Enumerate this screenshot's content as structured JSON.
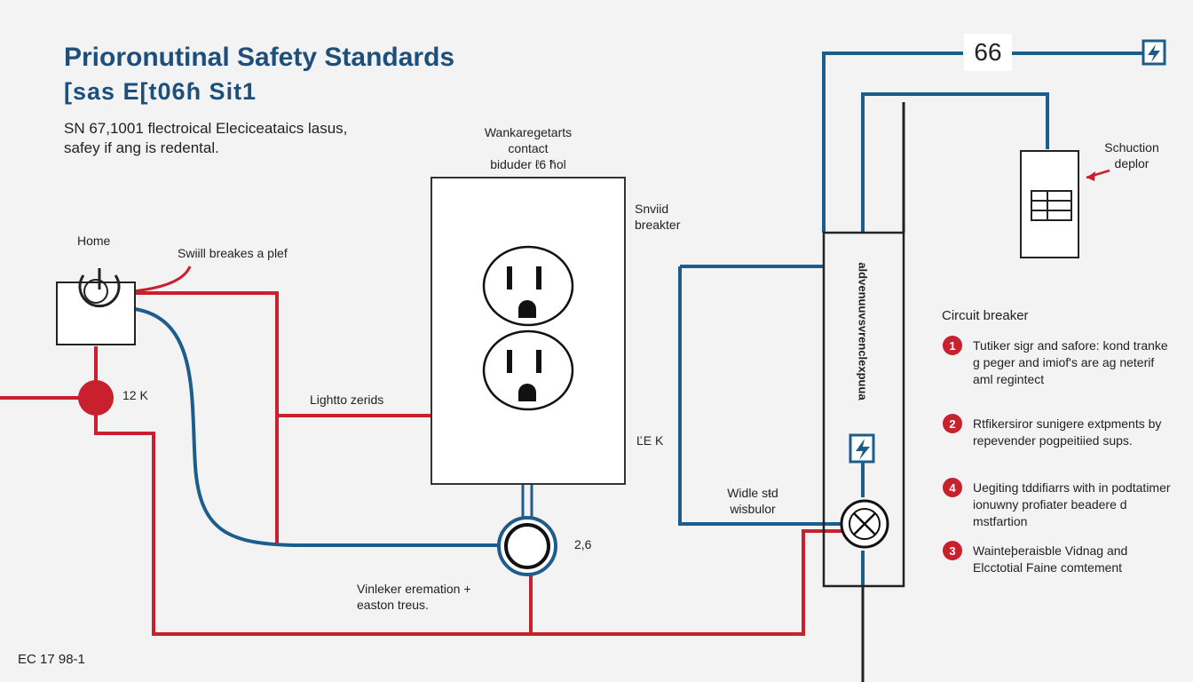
{
  "header": {
    "title": "Prioronutinal Safety Standards",
    "subtitle": "[sas E[t06ɦ Sit1",
    "intro_line1": "SN 67,1001 flectroical Elecicеatаics lasus,",
    "intro_line2": "safey if ang is redental."
  },
  "labels": {
    "home": "Home",
    "switch_label": "Swiill breakes a plef",
    "node_12k": "12 K",
    "lightto": "Lightto  zerids",
    "outlet_top_1": "Wankaregetarts",
    "outlet_top_2": "contact",
    "outlet_top_3": "biduder ℓ6  ħ̈ol",
    "snviid_1": "Snviid",
    "snviid_2": "breakter",
    "node_ek": "ĽE K",
    "wide_1": "Widle sŧd",
    "wide_2": "wisbulor",
    "node_26": "2,6",
    "vinker_1": "Vinleker eremation +",
    "vinker_2": "easton treus.",
    "schuction_1": "Schuction",
    "schuction_2": "deplor",
    "panel_vertical": "aldvenuuvsvrenclexpuua",
    "number_66": "66",
    "footer_code": "EC 17 98-1"
  },
  "circuit_breaker": {
    "heading": "Circuit breaker",
    "steps": [
      {
        "badge": "1",
        "text": "Tutiker sigr and safore: kond tranke g peger and imiof's are ag neterif aml regintect"
      },
      {
        "badge": "2",
        "text": "Rtfikersiror sunigere extpments by repevender pogpeitiied sups."
      },
      {
        "badge": "4",
        "text": "Uegiting tddifiarrs with in podtatimer ionuwny profiater beadere d mstfartion"
      },
      {
        "badge": "3",
        "text": "Wainteþeraisble Vidnag and Elcctotial Faine comtement"
      }
    ]
  },
  "colors": {
    "wire_red": "#c8202c",
    "wire_blue": "#1d5d8c",
    "title_blue": "#1d4f7c",
    "outline": "#222222"
  }
}
